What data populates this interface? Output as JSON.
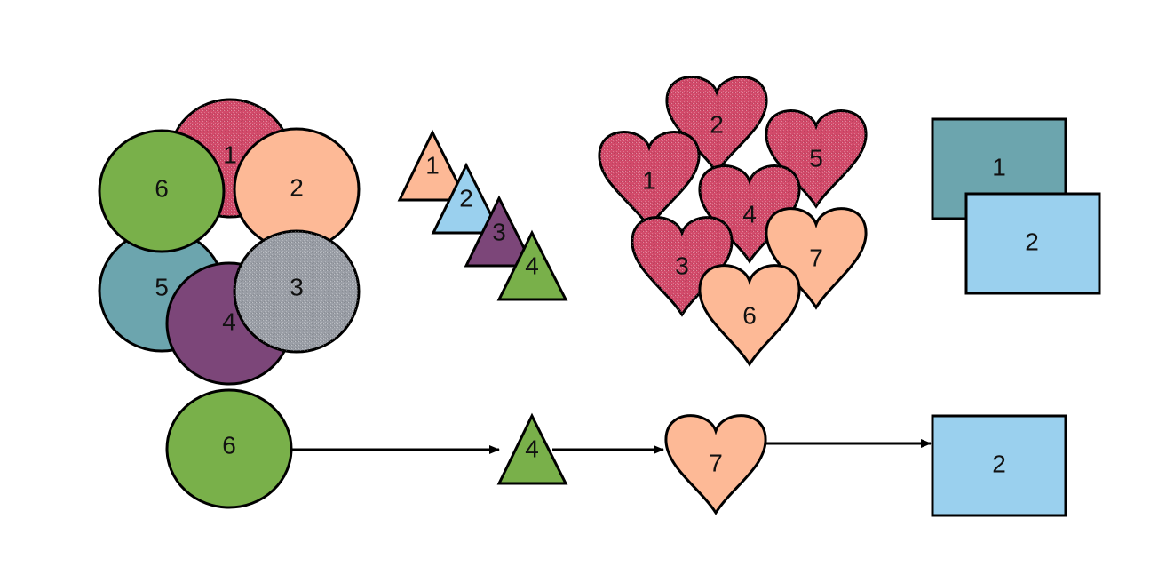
{
  "colors": {
    "crimson": "#d24a6a",
    "peach": "#fdb996",
    "green": "#79b04a",
    "teal": "#6ca5ae",
    "purple": "#7c4679",
    "gray": "#9a9ea6",
    "sky": "#9ad0ee"
  },
  "circles": [
    {
      "label": "1",
      "color": "crimson",
      "textured": true
    },
    {
      "label": "2",
      "color": "peach",
      "textured": false
    },
    {
      "label": "5",
      "color": "teal",
      "textured": false
    },
    {
      "label": "4",
      "color": "purple",
      "textured": false
    },
    {
      "label": "3",
      "color": "gray",
      "textured": true
    },
    {
      "label": "6",
      "color": "green",
      "textured": false
    }
  ],
  "triangles": [
    {
      "label": "1",
      "color": "peach"
    },
    {
      "label": "2",
      "color": "sky"
    },
    {
      "label": "3",
      "color": "purple"
    },
    {
      "label": "4",
      "color": "green"
    }
  ],
  "hearts": [
    {
      "label": "2",
      "color": "crimson",
      "textured": true
    },
    {
      "label": "1",
      "color": "crimson",
      "textured": true
    },
    {
      "label": "5",
      "color": "crimson",
      "textured": true
    },
    {
      "label": "4",
      "color": "crimson",
      "textured": true
    },
    {
      "label": "3",
      "color": "crimson",
      "textured": true
    },
    {
      "label": "7",
      "color": "peach",
      "textured": false
    },
    {
      "label": "6",
      "color": "peach",
      "textured": false
    }
  ],
  "rectangles": [
    {
      "label": "1",
      "color": "teal"
    },
    {
      "label": "2",
      "color": "sky"
    }
  ],
  "flow": [
    {
      "shape": "circle",
      "label": "6",
      "color": "green"
    },
    {
      "shape": "triangle",
      "label": "4",
      "color": "green"
    },
    {
      "shape": "heart",
      "label": "7",
      "color": "peach"
    },
    {
      "shape": "rectangle",
      "label": "2",
      "color": "sky"
    }
  ]
}
